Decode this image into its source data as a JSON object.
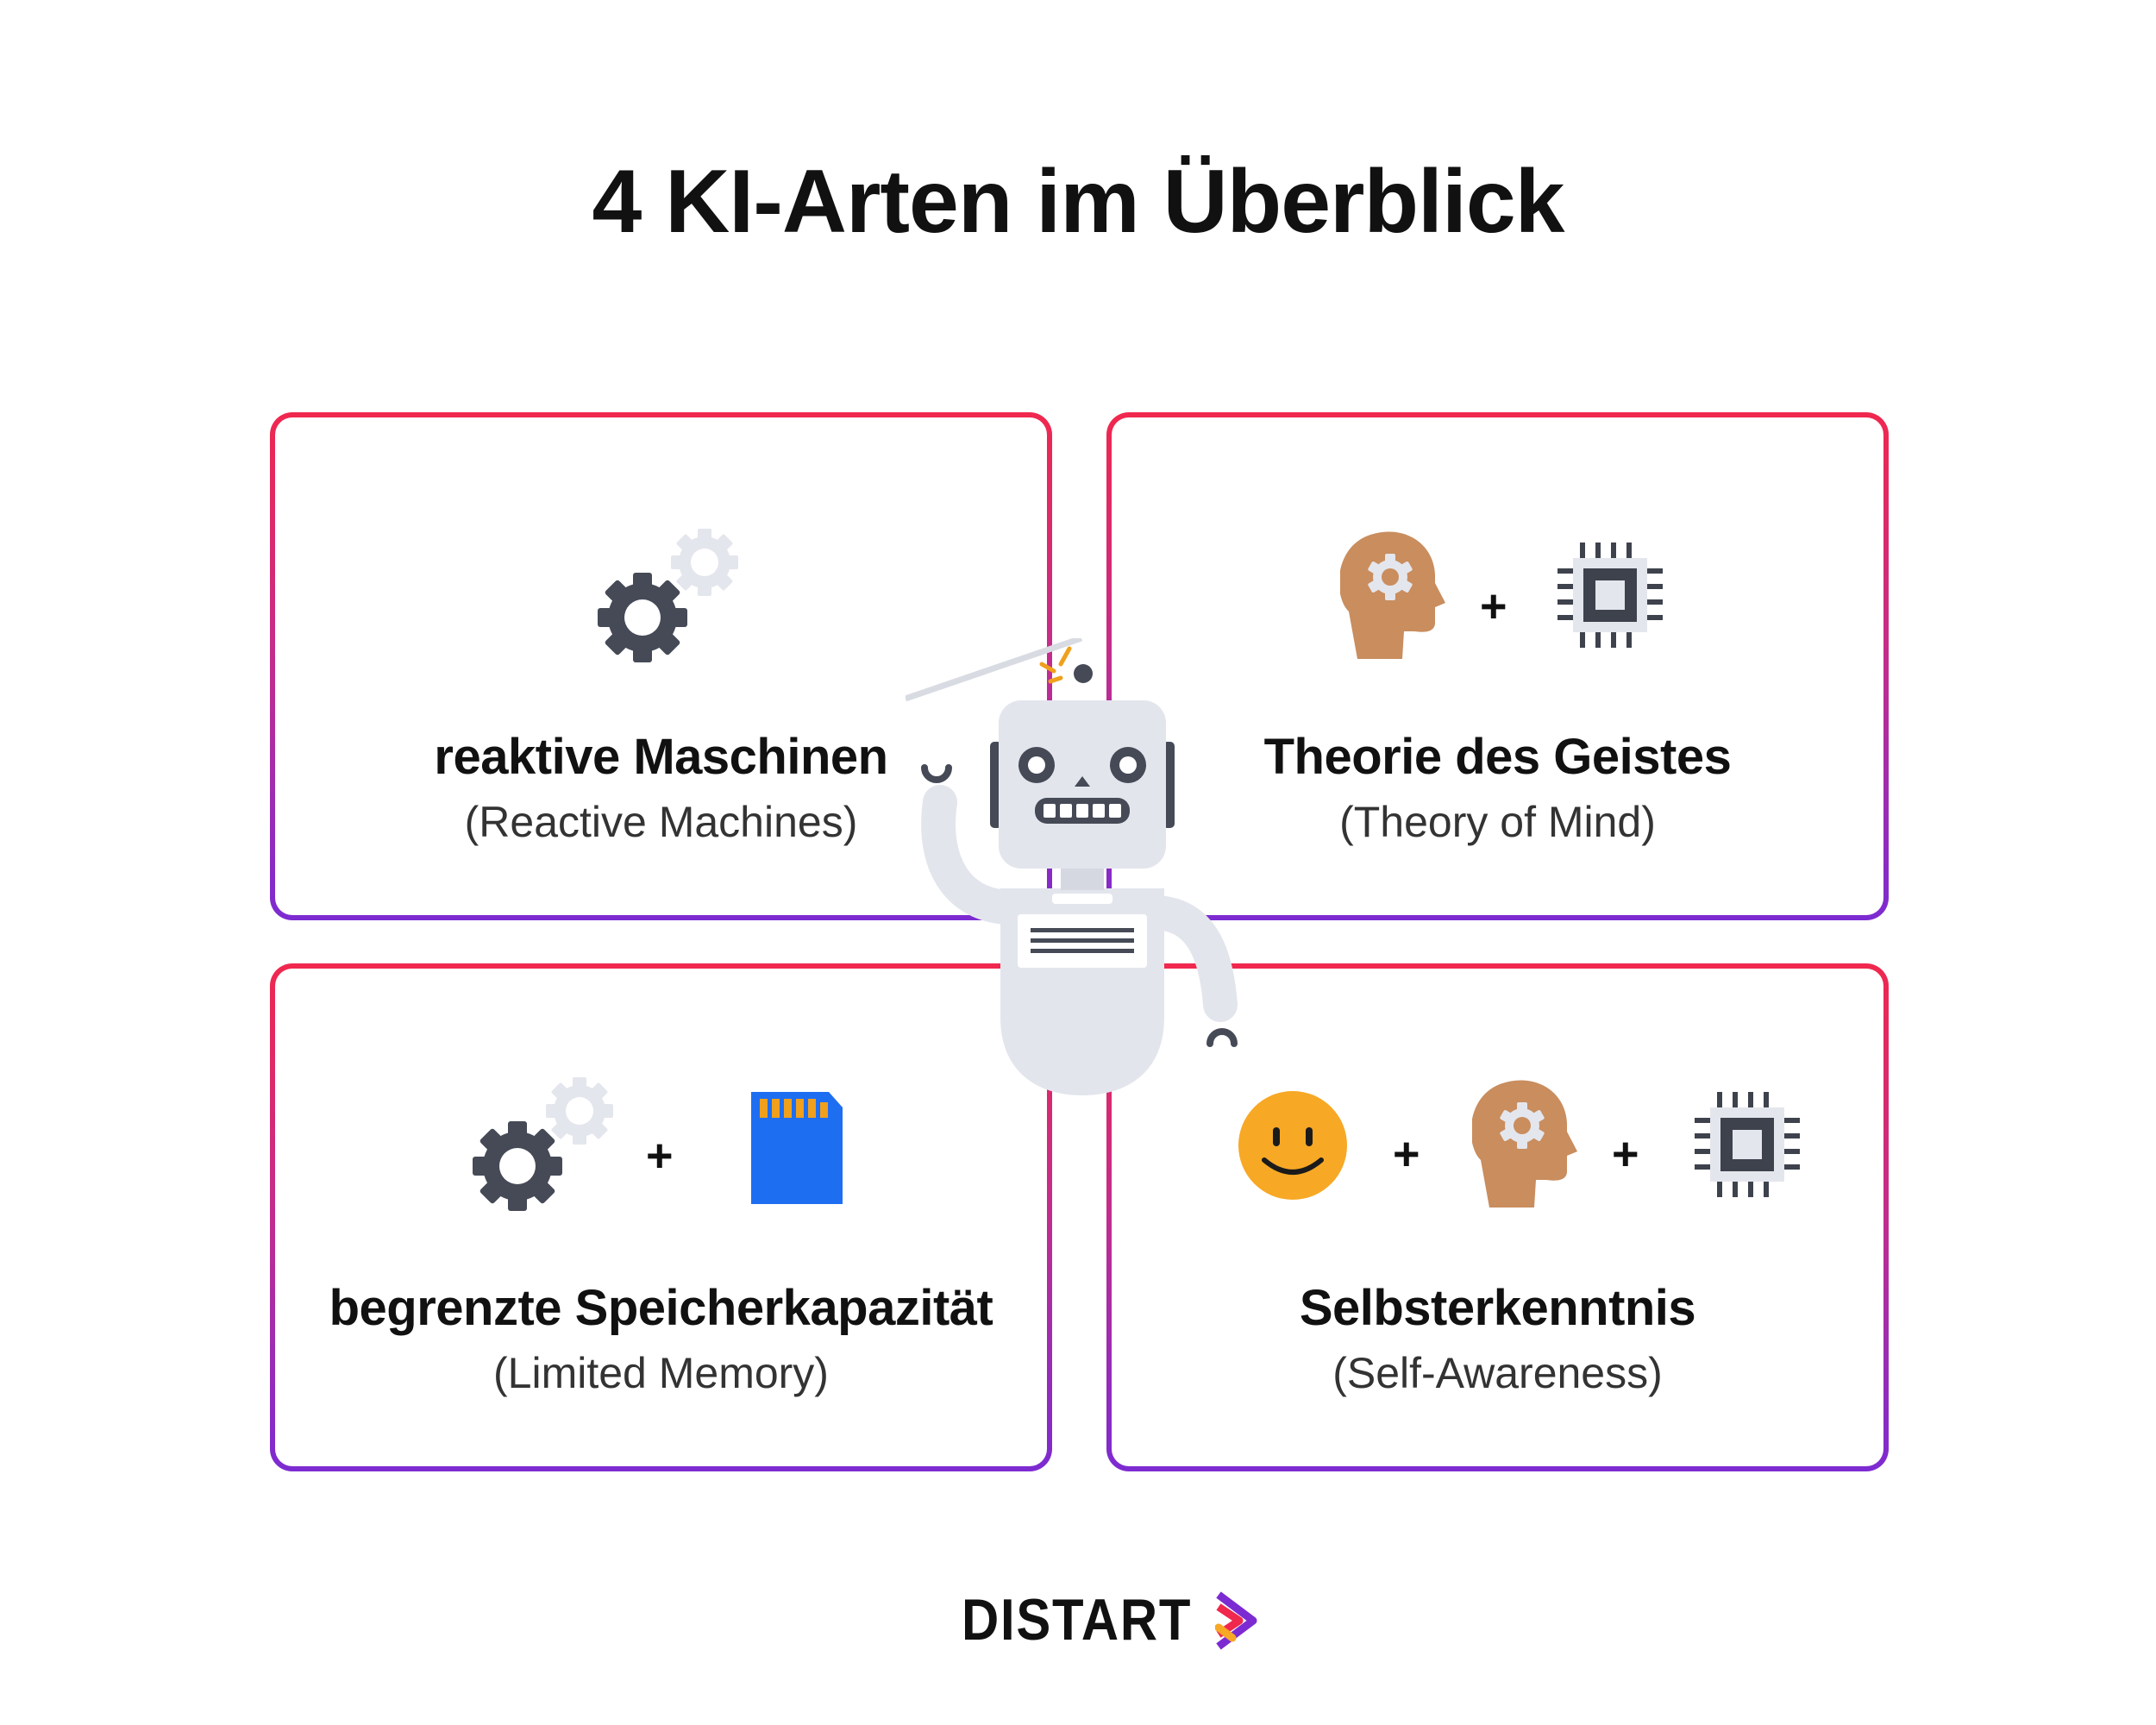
{
  "title": "4 KI-Arten im Überblick",
  "cards": [
    {
      "id": "reactive",
      "title": "reaktive Maschinen",
      "subtitle": "(Reactive Machines)",
      "icons": [
        "gears-icon"
      ]
    },
    {
      "id": "theory-of-mind",
      "title": "Theorie des Geistes",
      "subtitle": "(Theory of Mind)",
      "icons": [
        "head-gear-icon",
        "plus",
        "chip-icon"
      ]
    },
    {
      "id": "limited-memory",
      "title": "begrenzte Speicherkapazität",
      "subtitle": "(Limited Memory)",
      "icons": [
        "gears-icon",
        "plus",
        "memory-card-icon"
      ]
    },
    {
      "id": "self-awareness",
      "title": "Selbsterkenntnis",
      "subtitle": "(Self-Awareness)",
      "icons": [
        "smiley-icon",
        "plus",
        "head-gear-icon",
        "plus",
        "chip-icon"
      ]
    }
  ],
  "plus_symbol": "+",
  "brand": {
    "name": "DISTART"
  },
  "colors": {
    "border_top": "#f0284e",
    "border_bottom": "#7c2bd2",
    "gear_dark": "#454a56",
    "gear_light": "#e4e6ed",
    "head": "#c98d5e",
    "chip": "#3e424d",
    "memory_card": "#1e6ef2",
    "memory_pins": "#f0a01c",
    "smiley": "#f7a825",
    "robot_body": "#e3e5ed"
  }
}
